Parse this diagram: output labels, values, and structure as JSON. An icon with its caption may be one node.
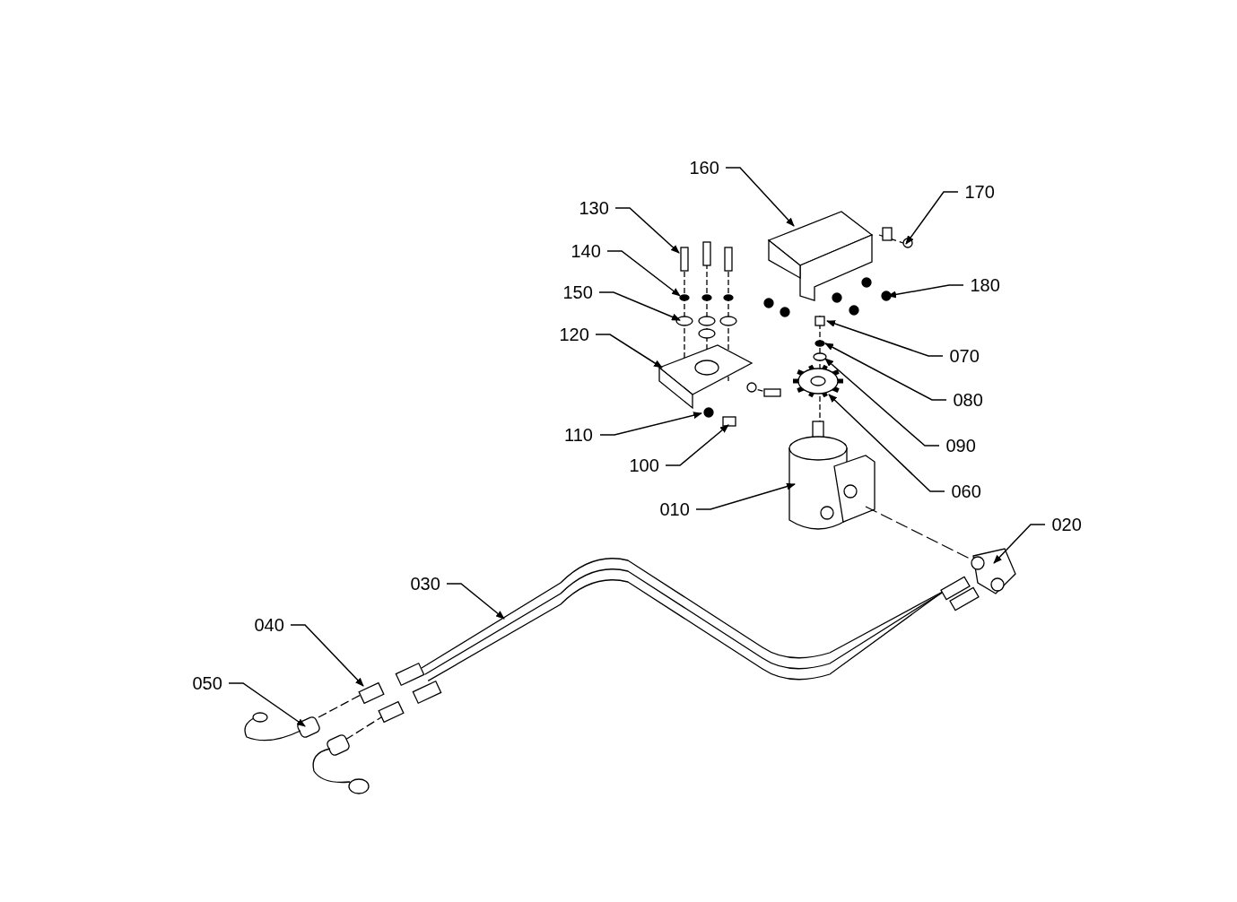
{
  "diagram": {
    "nodes": [
      {
        "text": [
          "160"
        ]
      },
      {
        "text": [
          "170"
        ]
      },
      {
        "text": [
          "130"
        ]
      },
      {
        "text": [
          "140"
        ]
      },
      {
        "text": [
          "150"
        ]
      },
      {
        "text": [
          "120"
        ]
      },
      {
        "text": [
          "180"
        ]
      },
      {
        "text": [
          "070"
        ]
      },
      {
        "text": [
          "080"
        ]
      },
      {
        "text": [
          "110"
        ]
      },
      {
        "text": [
          "090"
        ]
      },
      {
        "text": [
          "100"
        ]
      },
      {
        "text": [
          "060"
        ]
      },
      {
        "text": [
          "010"
        ]
      },
      {
        "text": [
          "020"
        ]
      },
      {
        "text": [
          "030"
        ]
      },
      {
        "text": [
          "040"
        ]
      },
      {
        "text": [
          "050"
        ]
      }
    ],
    "edges": [
      {
        "from": 0,
        "to": null,
        "arrow": "to"
      },
      {
        "from": 1,
        "to": null,
        "arrow": "to"
      },
      {
        "from": 2,
        "to": null,
        "arrow": "to"
      },
      {
        "from": 3,
        "to": null,
        "arrow": "to"
      },
      {
        "from": 4,
        "to": null,
        "arrow": "to"
      },
      {
        "from": 5,
        "to": null,
        "arrow": "to"
      },
      {
        "from": 6,
        "to": null,
        "arrow": "to"
      },
      {
        "from": 7,
        "to": null,
        "arrow": "to"
      },
      {
        "from": 8,
        "to": null,
        "arrow": "to"
      },
      {
        "from": 9,
        "to": null,
        "arrow": "to"
      },
      {
        "from": 10,
        "to": null,
        "arrow": "to"
      },
      {
        "from": 11,
        "to": null,
        "arrow": "to"
      },
      {
        "from": 12,
        "to": null,
        "arrow": "to"
      },
      {
        "from": 13,
        "to": null,
        "arrow": "to"
      },
      {
        "from": 14,
        "to": null,
        "arrow": "to"
      },
      {
        "from": 15,
        "to": null,
        "arrow": "to"
      },
      {
        "from": 16,
        "to": null,
        "arrow": "to"
      },
      {
        "from": 17,
        "to": null,
        "arrow": "to"
      }
    ]
  }
}
